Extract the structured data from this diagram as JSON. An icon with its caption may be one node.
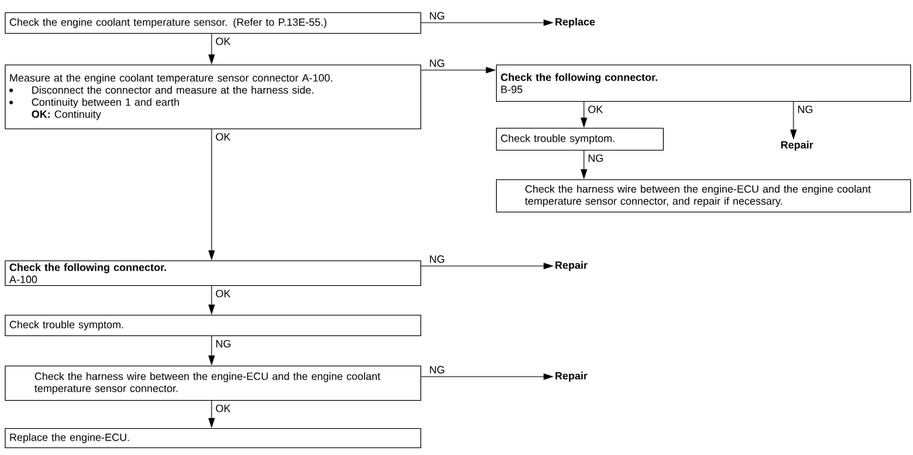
{
  "diagram": {
    "nodes": [
      {
        "text": [
          "Check the engine coolant temperature sensor. (Refer to P.13E-55.)"
        ]
      },
      {
        "text": [
          "Replace"
        ]
      },
      {
        "text": [
          "Measure at the engine coolant temperature sensor connector A-100.",
          "Disconnect the connector and measure at the harness side.",
          "Continuity between 1 and earth",
          "**OK:** Continuity"
        ]
      },
      {
        "text": [
          "Check the following connector.",
          "B-95"
        ]
      },
      {
        "text": [
          "Check trouble symptom."
        ]
      },
      {
        "text": [
          "Repair"
        ]
      },
      {
        "text": [
          "Check the harness wire between the engine-ECU and the engine coolant temperature sensor connector, and repair if necessary."
        ]
      },
      {
        "text": [
          "Check the following connector.",
          "A-100"
        ]
      },
      {
        "text": [
          "Repair"
        ]
      },
      {
        "text": [
          "Check trouble symptom."
        ]
      },
      {
        "text": [
          "Check the harness wire between the engine-ECU and the engine coolant temperature sensor connector."
        ]
      },
      {
        "text": [
          "Repair"
        ]
      },
      {
        "text": [
          "Replace the engine-ECU."
        ]
      }
    ],
    "edges": [
      {
        "from": 0,
        "to": 1,
        "arrow": "to",
        "label": "NG"
      },
      {
        "from": 0,
        "to": 2,
        "arrow": "to",
        "label": "OK"
      },
      {
        "from": 2,
        "to": 3,
        "arrow": "to",
        "label": "NG"
      },
      {
        "from": 2,
        "to": 7,
        "arrow": "to",
        "label": "OK"
      },
      {
        "from": 3,
        "to": 4,
        "arrow": "to",
        "label": "OK"
      },
      {
        "from": 3,
        "to": 5,
        "arrow": "to",
        "label": "NG"
      },
      {
        "from": 4,
        "to": 6,
        "arrow": "to",
        "label": "NG"
      },
      {
        "from": 7,
        "to": 8,
        "arrow": "to",
        "label": "NG"
      },
      {
        "from": 7,
        "to": 9,
        "arrow": "to",
        "label": "OK"
      },
      {
        "from": 9,
        "to": 10,
        "arrow": "to",
        "label": "NG"
      },
      {
        "from": 10,
        "to": 11,
        "arrow": "to",
        "label": "NG"
      },
      {
        "from": 10,
        "to": 12,
        "arrow": "to",
        "label": "OK"
      }
    ]
  }
}
